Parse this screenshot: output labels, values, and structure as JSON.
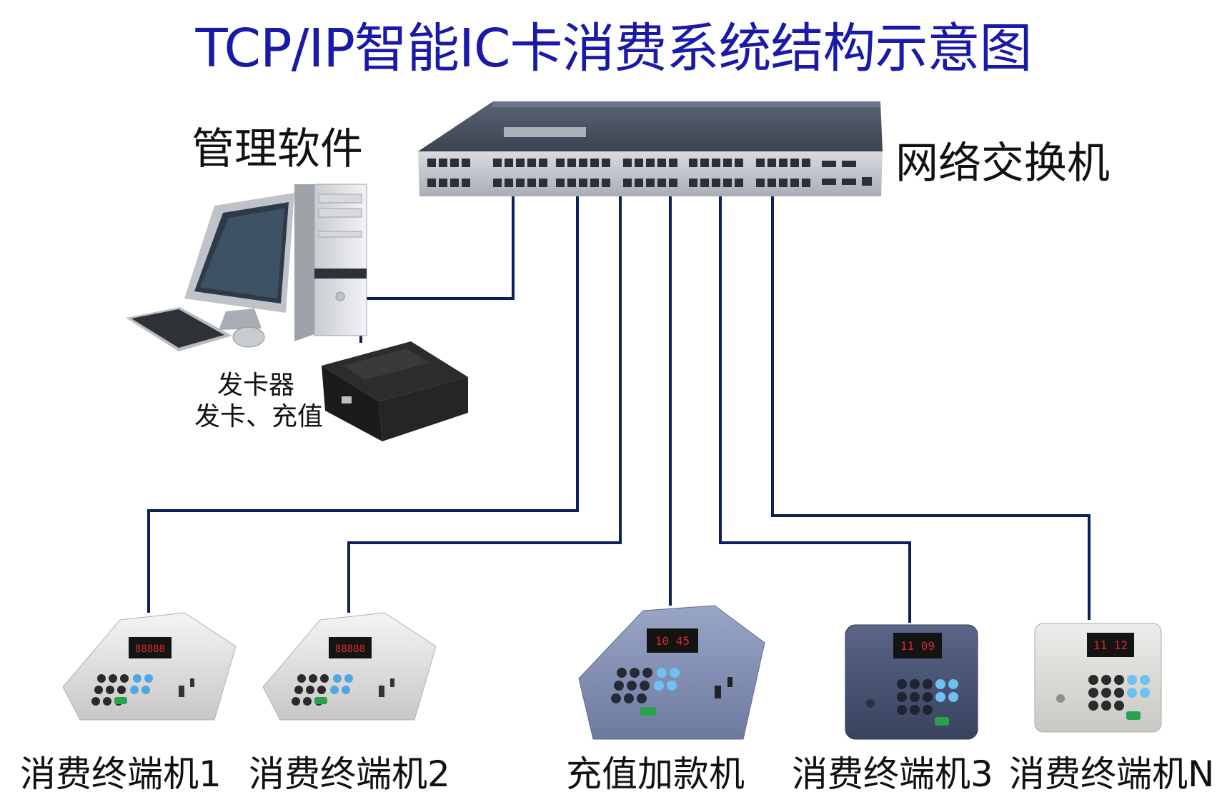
{
  "title": "TCP/IP智能IC卡消费系统结构示意图",
  "labels": {
    "software": "管理软件",
    "switch": "网络交换机",
    "card_issuer_line1": "发卡器",
    "card_issuer_line2": "发卡、充值",
    "terminal1": "消费终端机1",
    "terminal2": "消费终端机2",
    "recharge": "充值加款机",
    "terminal3": "消费终端机3",
    "terminalN": "消费终端机N"
  },
  "displays": {
    "terminal3": "11 09",
    "terminalN": "11 12",
    "recharge": "10 45"
  },
  "colors": {
    "title": "#1a1aa8",
    "cable": "#0f1f5c"
  }
}
